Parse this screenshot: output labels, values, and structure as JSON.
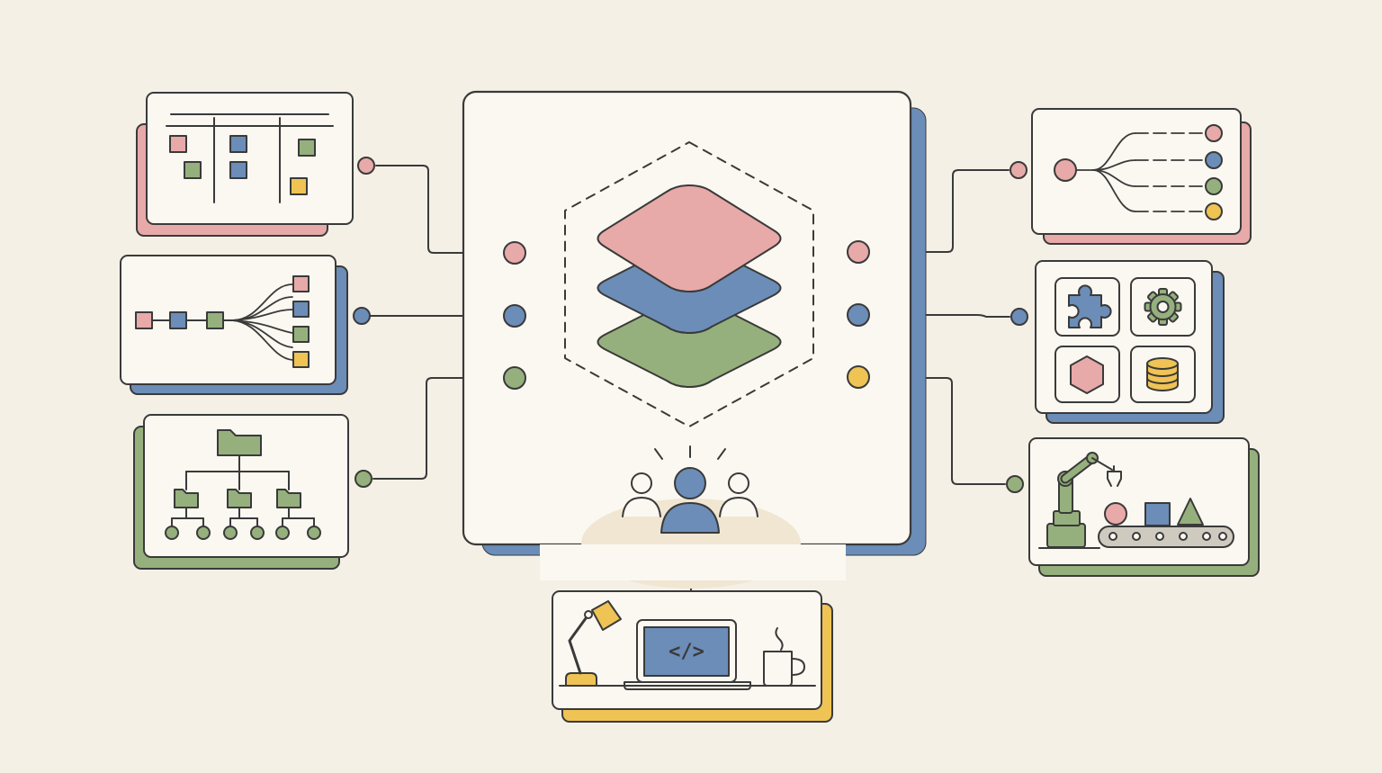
{
  "palette": {
    "background": "#f5f0e6",
    "card": "#fbf8f1",
    "outline": "#3a3a3a",
    "pink": "#e8a9a9",
    "blue": "#6b8db8",
    "green": "#95b07d",
    "yellow": "#efc354",
    "gray": "#cfcac0",
    "glow": "#f0e6d2"
  },
  "hub": {
    "layers": [
      "pink",
      "blue",
      "green"
    ],
    "left_ports": [
      "pink",
      "blue",
      "green"
    ],
    "right_ports": [
      "pink",
      "blue",
      "yellow"
    ],
    "team_icon": "team-icon"
  },
  "modules": [
    {
      "id": "kanban-board",
      "accent": "pink",
      "icon": "kanban-board-icon"
    },
    {
      "id": "pipeline-fanout",
      "accent": "blue",
      "icon": "pipeline-icon"
    },
    {
      "id": "folder-hierarchy",
      "accent": "green",
      "icon": "folder-tree-icon"
    },
    {
      "id": "branching-flow",
      "accent": "pink",
      "icon": "branch-flow-icon"
    },
    {
      "id": "plugin-tiles",
      "accent": "blue",
      "icon": "plugin-grid-icon"
    },
    {
      "id": "factory-automation",
      "accent": "green",
      "icon": "robot-arm-icon"
    },
    {
      "id": "developer-desk",
      "accent": "yellow",
      "icon": "laptop-code-icon"
    }
  ],
  "code_glyph": "</>"
}
